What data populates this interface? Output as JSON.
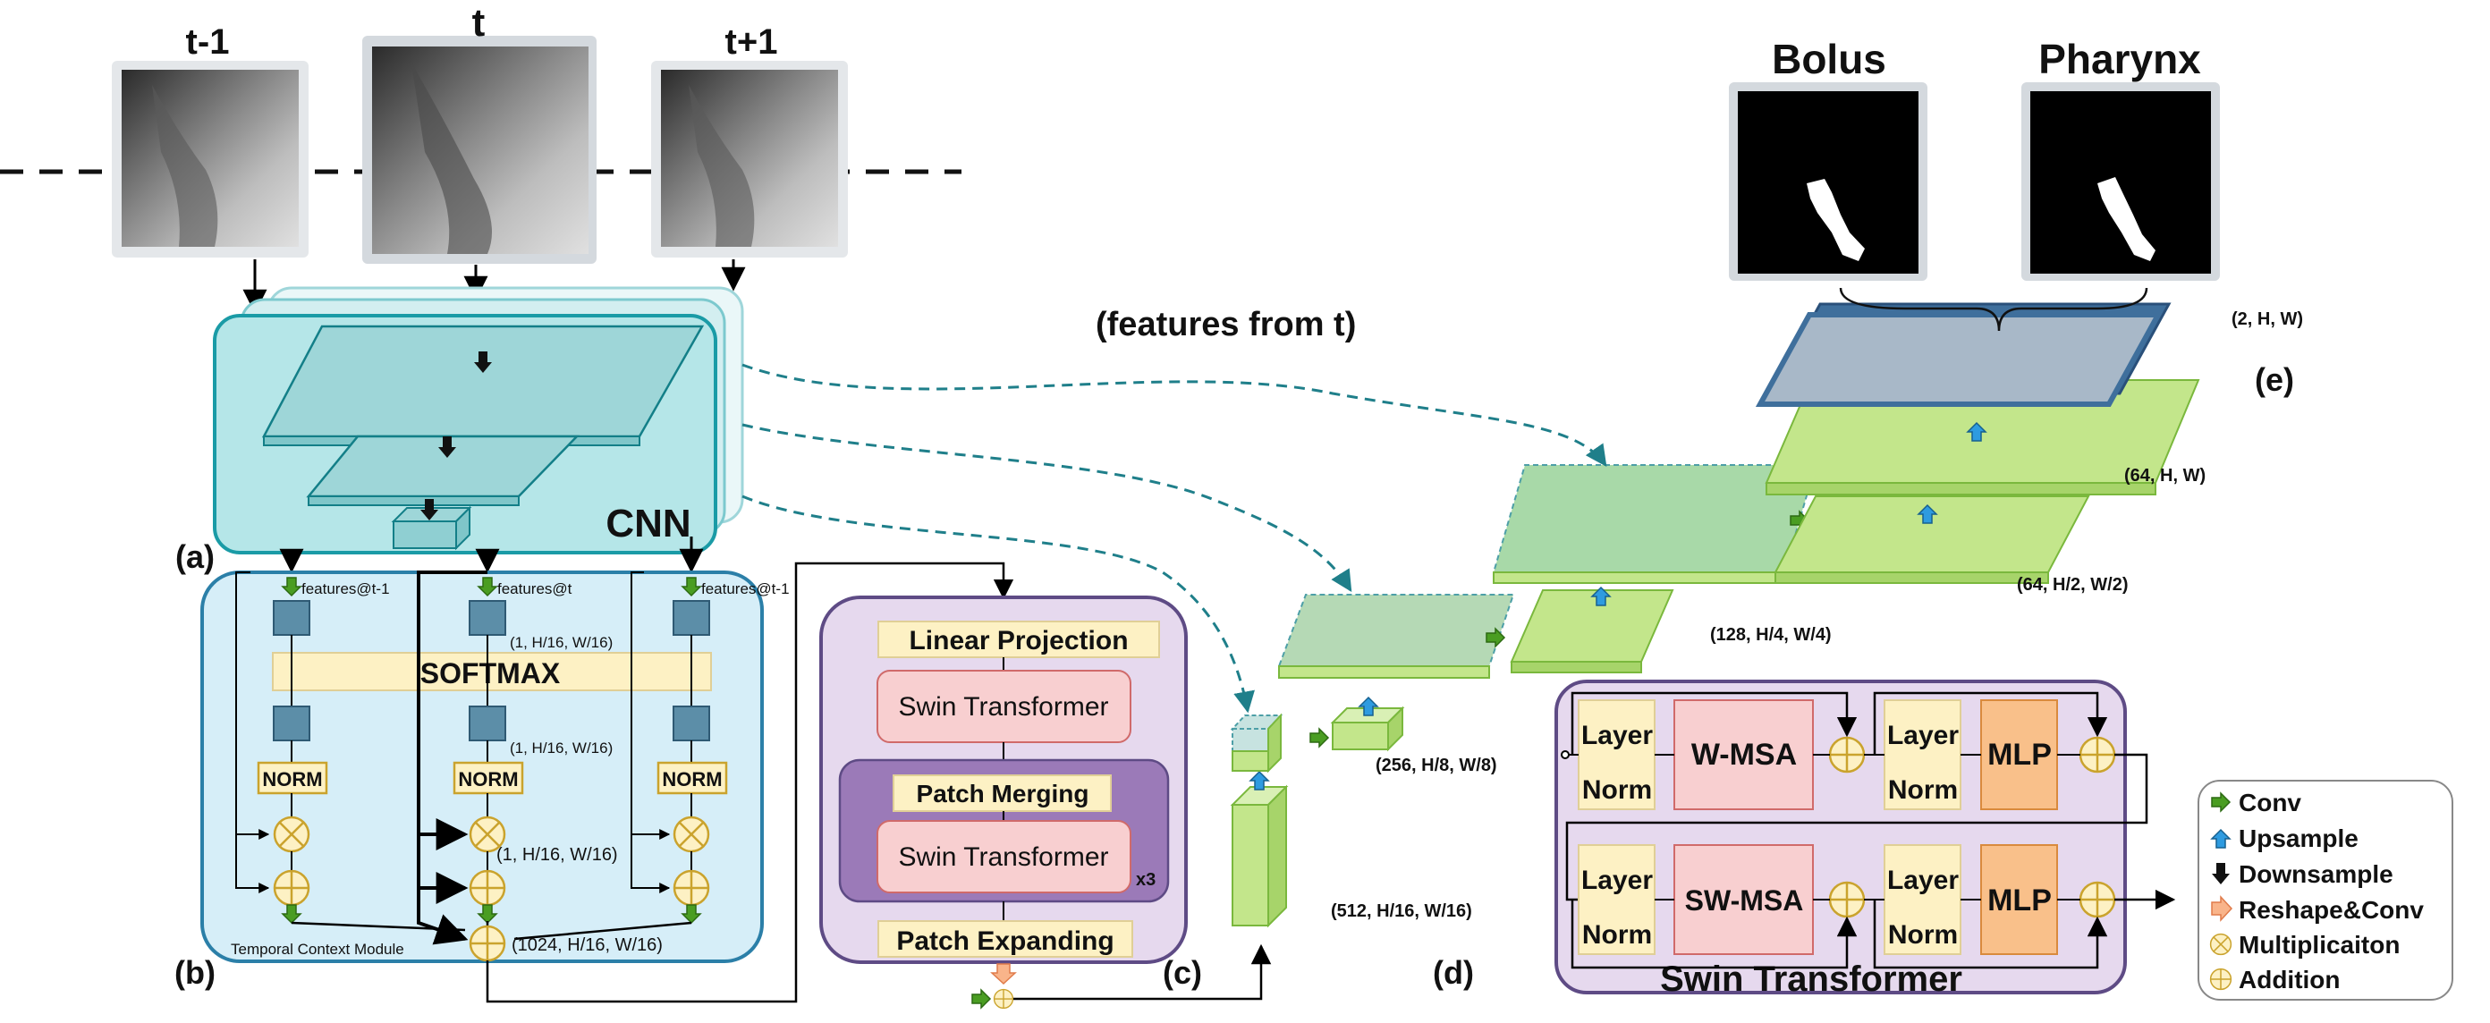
{
  "frames": {
    "prev": "t-1",
    "cur": "t",
    "next": "t+1"
  },
  "cnn": {
    "label": "CNN"
  },
  "features_note": "(features from t)",
  "tcm": {
    "name": "Temporal Context Module",
    "feat_prev": "features@t-1",
    "feat_cur": "features@t",
    "feat_next": "features@t-1",
    "softmax": "SOFTMAX",
    "norm": "NORM",
    "dim_a": "(1, H/16, W/16)",
    "dim_b": "(1, H/16, W/16)",
    "dim_c": "(1, H/16, W/16)",
    "dim_out": "(1024, H/16, W/16)"
  },
  "swin_stack": {
    "linear_projection": "Linear Projection",
    "swin_transformer": "Swin Transformer",
    "patch_merging": "Patch Merging",
    "repeat": "x3",
    "patch_expanding": "Patch Expanding"
  },
  "decoder_dims": {
    "d512": "(512, H/16, W/16)",
    "d256": "(256, H/8, W/8)",
    "d128": "(128, H/4, W/4)",
    "d64_half": "(64, H/2, W/2)",
    "d64": "(64, H, W)",
    "out": "(2, H, W)"
  },
  "outputs": {
    "bolus": "Bolus",
    "pharynx": "Pharynx"
  },
  "swin_block": {
    "title": "Swin Transformer",
    "layer": "Layer",
    "norm": "Norm",
    "wmsa": "W-MSA",
    "swmsa": "SW-MSA",
    "mlp": "MLP"
  },
  "legend": {
    "conv": "Conv",
    "upsample": "Upsample",
    "downsample": "Downsample",
    "reshape": "Reshape&Conv",
    "mult": "Multiplicaiton",
    "add": "Addition"
  },
  "panel_labels": {
    "a": "(a)",
    "b": "(b)",
    "c": "(c)",
    "d": "(d)",
    "e": "(e)"
  },
  "colors": {
    "teal": "#1a9ba6",
    "teal_fill": "#b5e6e8",
    "light_blue": "#d6eef8",
    "purple_fill": "#e6d9ee",
    "purple_dark": "#9b7ab8",
    "pink": "#f8cfd0",
    "cream": "#fdf1c4",
    "orange": "#f9c08a",
    "green": "#c3e68b",
    "slate": "#a8b8c8",
    "navy": "#3f6f9c"
  }
}
